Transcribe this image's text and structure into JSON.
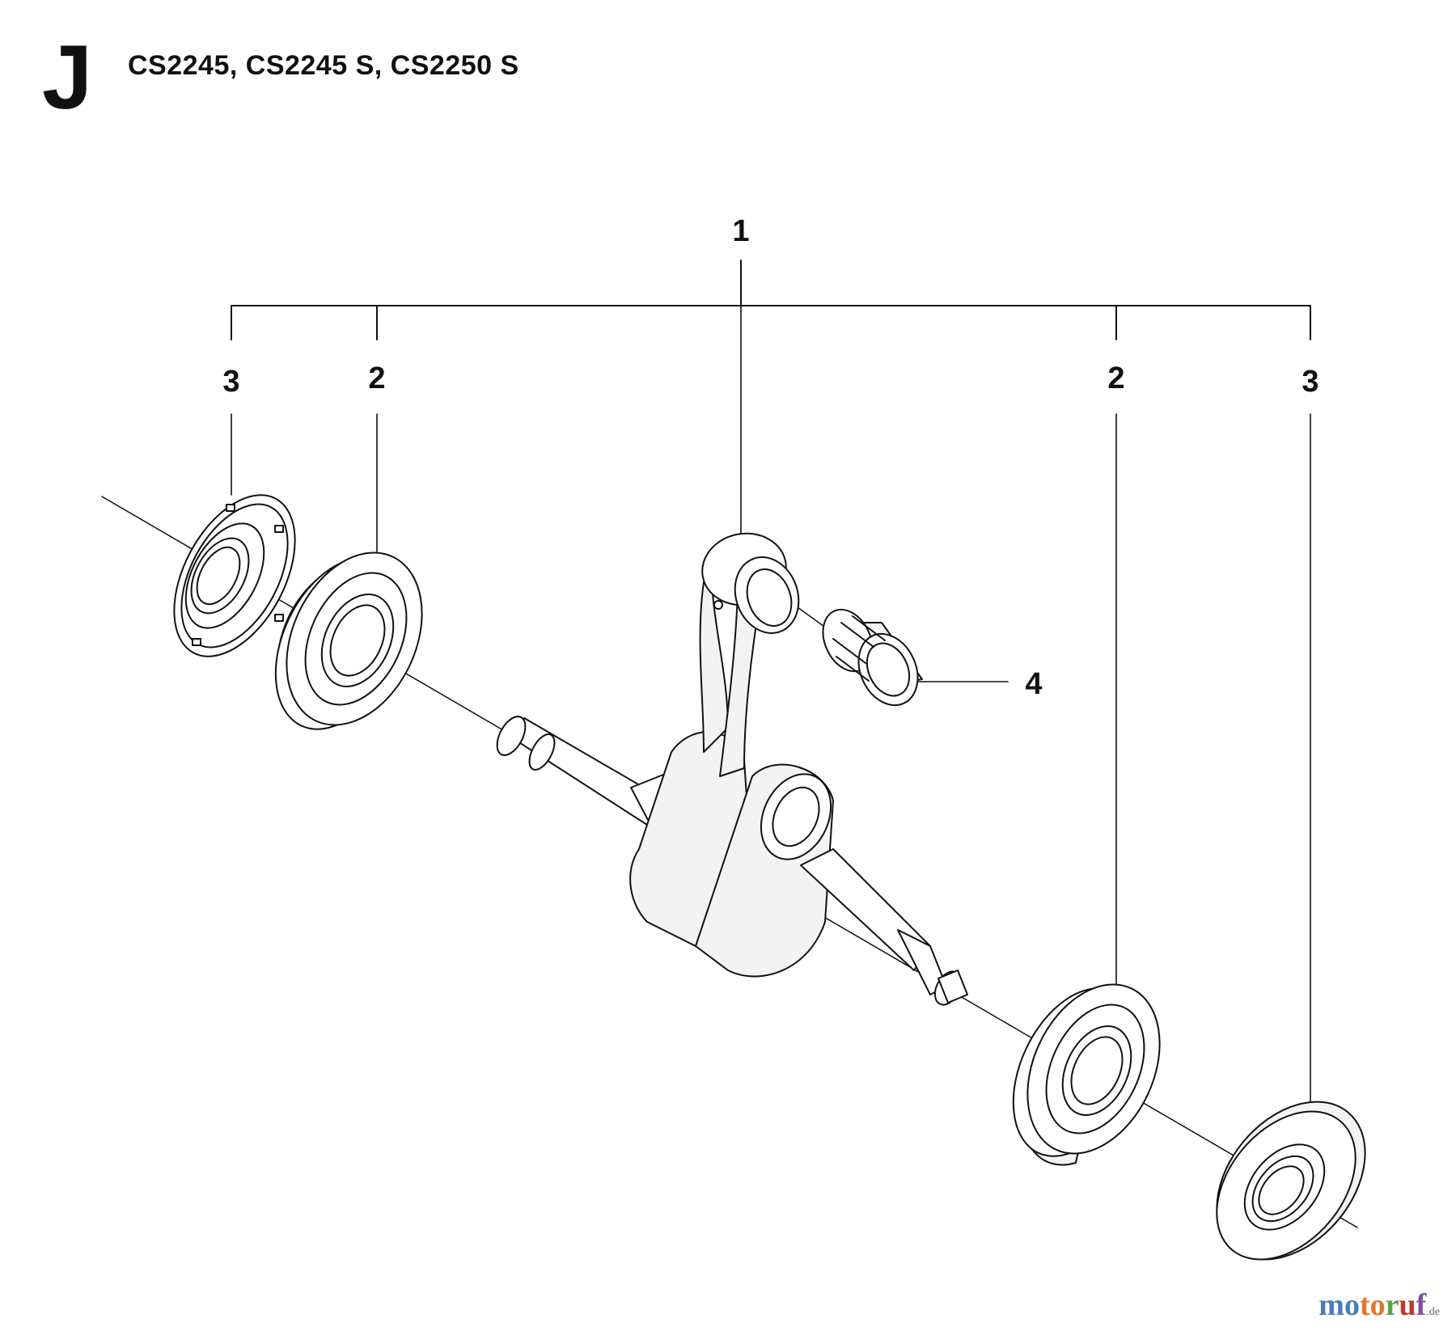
{
  "header": {
    "section_letter": "J",
    "models": "CS2245, CS2245 S, CS2250 S"
  },
  "callouts": {
    "crankshaft": "1",
    "bearing_left": "2",
    "bearing_right": "2",
    "seal_left": "3",
    "seal_right": "3",
    "needle_bearing": "4"
  },
  "watermark": {
    "parts": [
      "mo",
      "to",
      "r",
      "u",
      "f"
    ],
    "tld": ".de"
  },
  "colors": {
    "line": "#111111",
    "fill_light": "#f3f3f3"
  }
}
